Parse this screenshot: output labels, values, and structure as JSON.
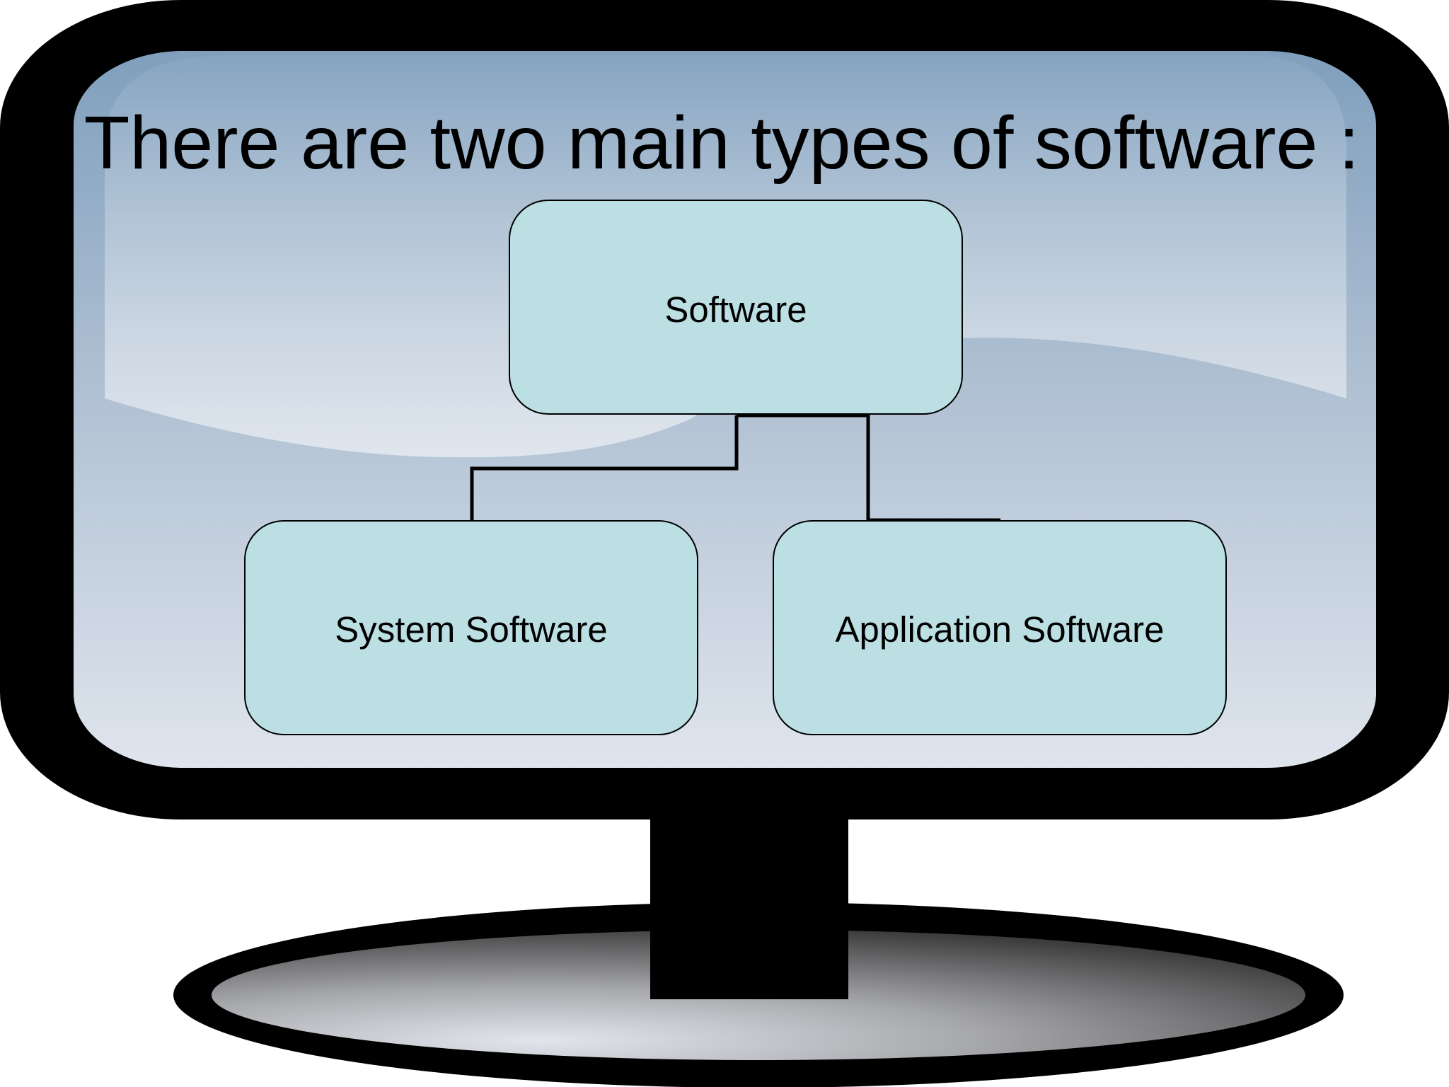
{
  "title": "There are two main types of software :",
  "diagram": {
    "root": {
      "label": "Software"
    },
    "children": [
      {
        "label": "System Software"
      },
      {
        "label": "Application Software"
      }
    ]
  },
  "colors": {
    "bezel": "#000000",
    "screen_top": "#8aa6c2",
    "screen_bottom": "#dde4ec",
    "node_fill": "#bbdfe3",
    "node_stroke": "#000000",
    "connector": "#000000",
    "base_light": "#dde2e8",
    "base_dark": "#3c3c3c"
  },
  "icons": [
    "computer-monitor-icon"
  ]
}
